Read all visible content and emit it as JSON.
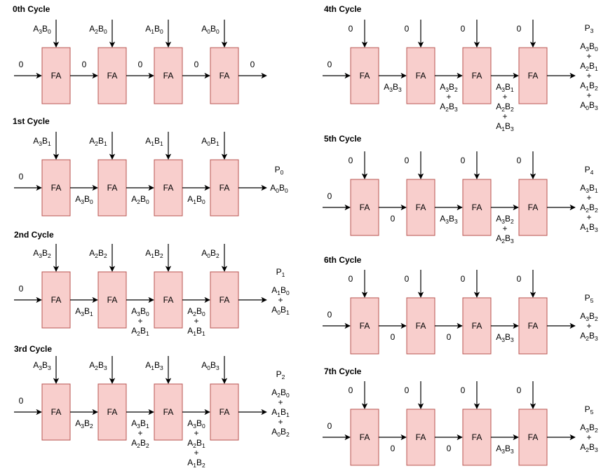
{
  "colors": {
    "fa_fill": "#f8cecc",
    "fa_stroke": "#b85450",
    "line": "#000000",
    "text": "#000000"
  },
  "fa_label": "FA",
  "cycles": [
    {
      "title": "0th Cycle",
      "inputs": [
        "A3B0",
        "A2B0",
        "A1B0",
        "A0B0"
      ],
      "carry_in": "0",
      "between": [
        [
          "0"
        ],
        [
          "0"
        ],
        [
          "0"
        ]
      ],
      "out_value": [
        "0"
      ],
      "product": ""
    },
    {
      "title": "1st Cycle",
      "inputs": [
        "A3B1",
        "A2B1",
        "A1B1",
        "A0B1"
      ],
      "carry_in": "0",
      "between": [
        [
          "A3B0"
        ],
        [
          "A2B0"
        ],
        [
          "A1B0"
        ]
      ],
      "out_value": [
        "A0B0"
      ],
      "product": "P0"
    },
    {
      "title": "2nd Cycle",
      "inputs": [
        "A3B2",
        "A2B2",
        "A1B2",
        "A0B2"
      ],
      "carry_in": "0",
      "between": [
        [
          "A3B1"
        ],
        [
          "A3B0",
          "+",
          "A2B1"
        ],
        [
          "A2B0",
          "+",
          "A1B1"
        ]
      ],
      "out_value": [
        "A1B0",
        "+",
        "A0B1"
      ],
      "product": "P1"
    },
    {
      "title": "3rd Cycle",
      "inputs": [
        "A3B3",
        "A2B3",
        "A1B3",
        "A0B3"
      ],
      "carry_in": "0",
      "between": [
        [
          "A3B2"
        ],
        [
          "A3B1",
          "+",
          "A2B2"
        ],
        [
          "A3B0",
          "+",
          "A2B1",
          "+",
          "A1B2"
        ]
      ],
      "out_value": [
        "A2B0",
        "+",
        "A1B1",
        "+",
        "A0B2"
      ],
      "product": "P2"
    },
    {
      "title": "4th Cycle",
      "inputs": [
        "0",
        "0",
        "0",
        "0"
      ],
      "carry_in": "0",
      "between": [
        [
          "A3B3"
        ],
        [
          "A3B2",
          "+",
          "A2B3"
        ],
        [
          "A3B1",
          "+",
          "A2B2",
          "+",
          "A1B3"
        ]
      ],
      "out_value": [
        "A3B0",
        "+",
        "A2B1",
        "+",
        "A1B2",
        "+",
        "A0B3"
      ],
      "product": "P3"
    },
    {
      "title": "5th Cycle",
      "inputs": [
        "0",
        "0",
        "0",
        "0"
      ],
      "carry_in": "0",
      "between": [
        [
          "0"
        ],
        [
          "A3B3"
        ],
        [
          "A3B2",
          "+",
          "A2B3"
        ]
      ],
      "out_value": [
        "A3B1",
        "+",
        "A2B2",
        "+",
        "A1B3"
      ],
      "product": "P4"
    },
    {
      "title": "6th Cycle",
      "inputs": [
        "0",
        "0",
        "0",
        "0"
      ],
      "carry_in": "0",
      "between": [
        [
          "0"
        ],
        [
          "0"
        ],
        [
          "A3B3"
        ]
      ],
      "out_value": [
        "A3B2",
        "+",
        "A2B3"
      ],
      "product": "P5"
    },
    {
      "title": "7th Cycle",
      "inputs": [
        "0",
        "0",
        "0",
        "0"
      ],
      "carry_in": "0",
      "between": [
        [
          "0"
        ],
        [
          "0"
        ],
        [
          "A3B3"
        ]
      ],
      "out_value": [
        "A3B2",
        "+",
        "A2B3"
      ],
      "product": "P5"
    }
  ]
}
